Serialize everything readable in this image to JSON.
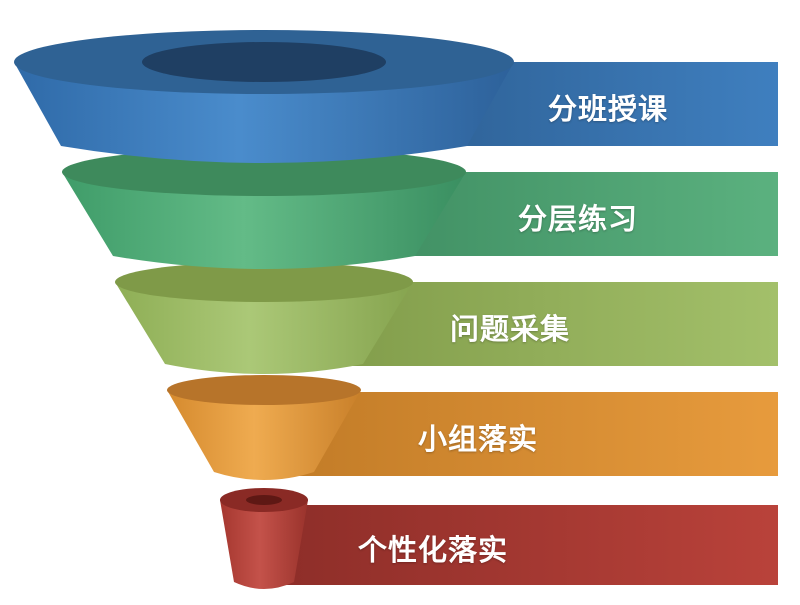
{
  "diagram": {
    "type": "funnel",
    "stages": [
      {
        "label": "分班授课",
        "color": "#3f7fbf"
      },
      {
        "label": "分层练习",
        "color": "#4fae7a"
      },
      {
        "label": "问题采集",
        "color": "#9fbe62"
      },
      {
        "label": "小组落实",
        "color": "#e39a3b"
      },
      {
        "label": "个性化落实",
        "color": "#b9423a"
      }
    ]
  }
}
